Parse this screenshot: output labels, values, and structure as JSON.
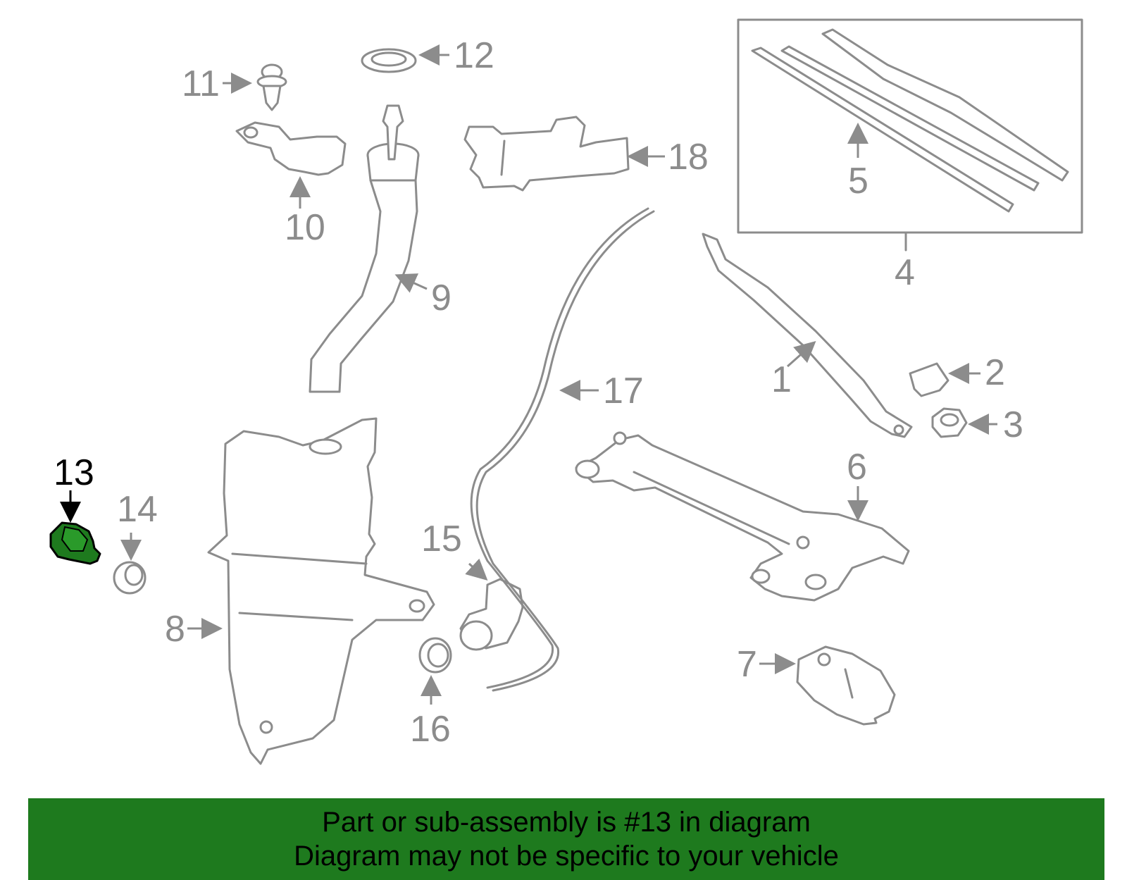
{
  "highlight_color": "#1e7a1e",
  "line_color": "#8c8c8c",
  "banner": {
    "line1": "Part or sub-assembly is #13 in diagram",
    "line2": "Diagram may not be specific to your vehicle"
  },
  "callouts": {
    "c1": "1",
    "c2": "2",
    "c3": "3",
    "c4": "4",
    "c5": "5",
    "c6": "6",
    "c7": "7",
    "c8": "8",
    "c9": "9",
    "c10": "10",
    "c11": "11",
    "c12": "12",
    "c13": "13",
    "c14": "14",
    "c15": "15",
    "c16": "16",
    "c17": "17",
    "c18": "18"
  }
}
